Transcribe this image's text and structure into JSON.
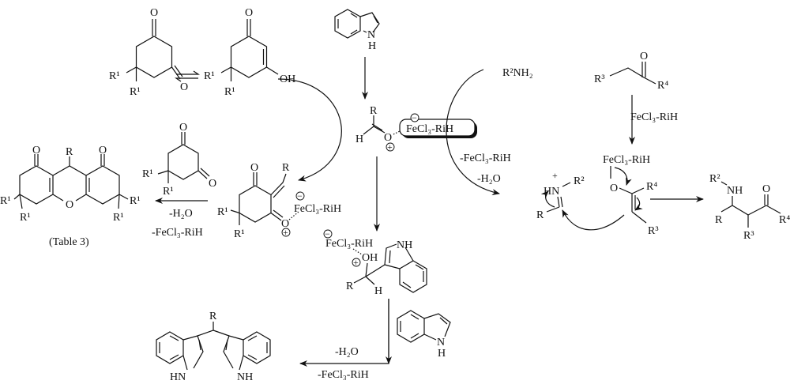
{
  "reagent": "FeCl₃-RiH",
  "reagent_removed": "-FeCl₃-RiH",
  "water_removed": "-H₂O",
  "atoms": {
    "O": "O",
    "N": "N",
    "H": "H",
    "R": "R",
    "OH": "OH",
    "NH": "NH",
    "HN": "HN",
    "R1": "R¹",
    "R3": "R³",
    "R4": "R⁴",
    "R2": "R²"
  },
  "amine": "R²NH₂",
  "charges": {
    "plus": "+",
    "minus": "−"
  },
  "table_ref": "(Table 3)"
}
